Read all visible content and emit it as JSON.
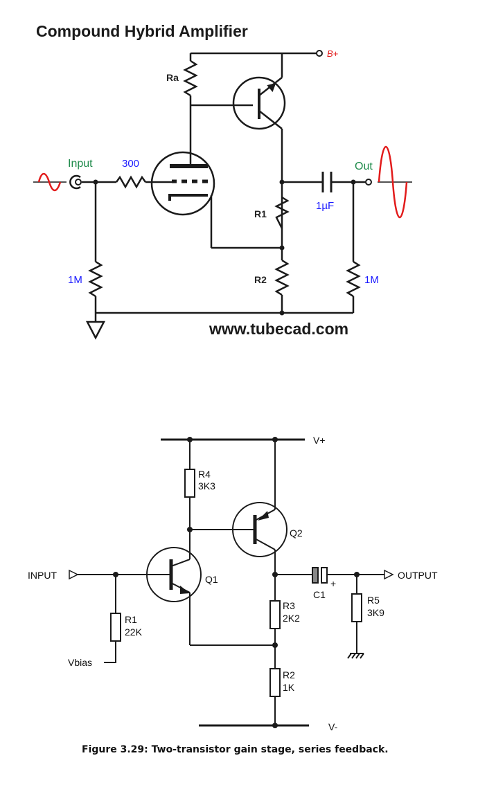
{
  "top": {
    "title": "Compound Hybrid Amplifier",
    "b_plus": "B+",
    "ra": "Ra",
    "input": "Input",
    "r300": "300",
    "out": "Out",
    "cap": "1µF",
    "r1": "R1",
    "r2": "R2",
    "r1m_left": "1M",
    "r1m_right": "1M",
    "url": "www.tubecad.com",
    "colors": {
      "wire": "#1a1a1a",
      "blue": "#1a1aff",
      "green": "#1e8a4a",
      "red": "#e21b1b"
    }
  },
  "bottom": {
    "vplus": "V+",
    "vminus": "V-",
    "r4": "R4",
    "r4v": "3K3",
    "q2": "Q2",
    "q1": "Q1",
    "input": "INPUT",
    "output": "OUTPUT",
    "c1": "C1",
    "c1plus": "+",
    "r3": "R3",
    "r3v": "2K2",
    "r5": "R5",
    "r5v": "3K9",
    "r1": "R1",
    "r1v": "22K",
    "vbias": "Vbias",
    "r2": "R2",
    "r2v": "1K",
    "caption": "Figure 3.29: Two-transistor gain stage, series feedback."
  }
}
